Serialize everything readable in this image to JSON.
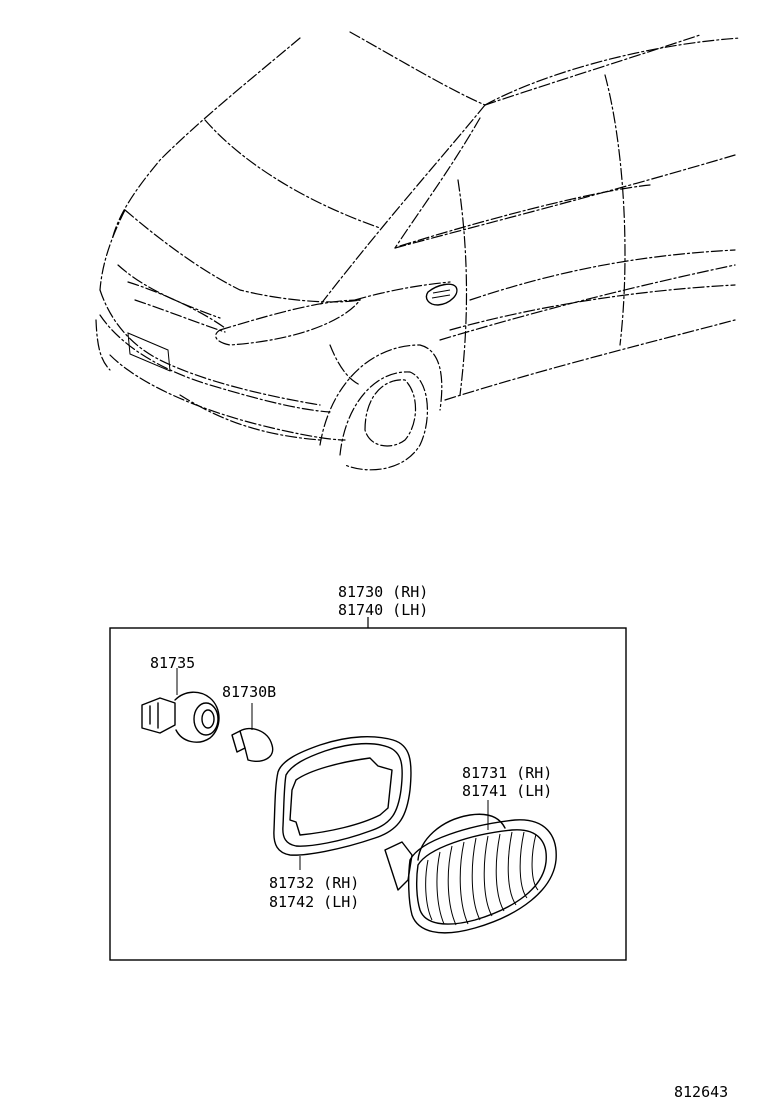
{
  "parts": {
    "assembly_rh": "81730 (RH)",
    "assembly_lh": "81740 (LH)",
    "socket": "81735",
    "bulb": "81730B",
    "lens_rh": "81731 (RH)",
    "lens_lh": "81741 (LH)",
    "gasket_rh": "81732 (RH)",
    "gasket_lh": "81742 (LH)"
  },
  "illustration_id": "812643"
}
